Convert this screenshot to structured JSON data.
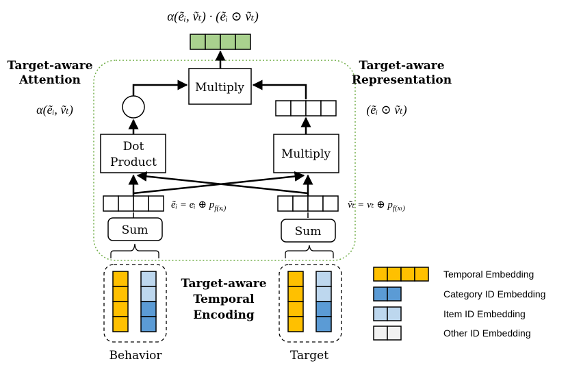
{
  "formulas": {
    "output": "α(ẽᵢ, ṽₜ) · (ẽᵢ ⊙ ṽₜ)",
    "attention_weight": "α(ẽᵢ, ṽₜ)",
    "elementwise_product": "(ẽᵢ ⊙ ṽₜ)",
    "behavior_embedding": "ẽᵢ = eᵢ ⊕ p",
    "behavior_embedding_sub": "f(xᵢ)",
    "target_embedding": "ṽₜ = vₜ ⊕ p",
    "target_embedding_sub": "f(xₜ)"
  },
  "section_labels": {
    "attention_line1": "Target-aware",
    "attention_line2": "Attention",
    "representation_line1": "Target-aware",
    "representation_line2": "Representation",
    "encoding_line1": "Target-aware",
    "encoding_line2": "Temporal",
    "encoding_line3": "Encoding"
  },
  "boxes": {
    "multiply_top": "Multiply",
    "dot_product_line1": "Dot",
    "dot_product_line2": "Product",
    "multiply_right": "Multiply",
    "sum_left": "Sum",
    "sum_right": "Sum"
  },
  "groups": {
    "behavior": "Behavior",
    "target": "Target"
  },
  "legend": [
    {
      "label": "Temporal Embedding",
      "color": "#ffc000",
      "cells": 4
    },
    {
      "label": "Category ID Embedding",
      "color": "#5b9bd5",
      "cells": 2
    },
    {
      "label": "Item ID Embedding",
      "color": "#bdd7ee",
      "cells": 2
    },
    {
      "label": "Other ID Embedding",
      "color": "#f2f2f2",
      "cells": 2
    }
  ],
  "colors": {
    "output_vector": "#a9d18e",
    "dashed_region": "#70ad47",
    "temporal": "#ffc000",
    "category": "#5b9bd5",
    "item": "#bdd7ee",
    "other": "#f2f2f2"
  }
}
